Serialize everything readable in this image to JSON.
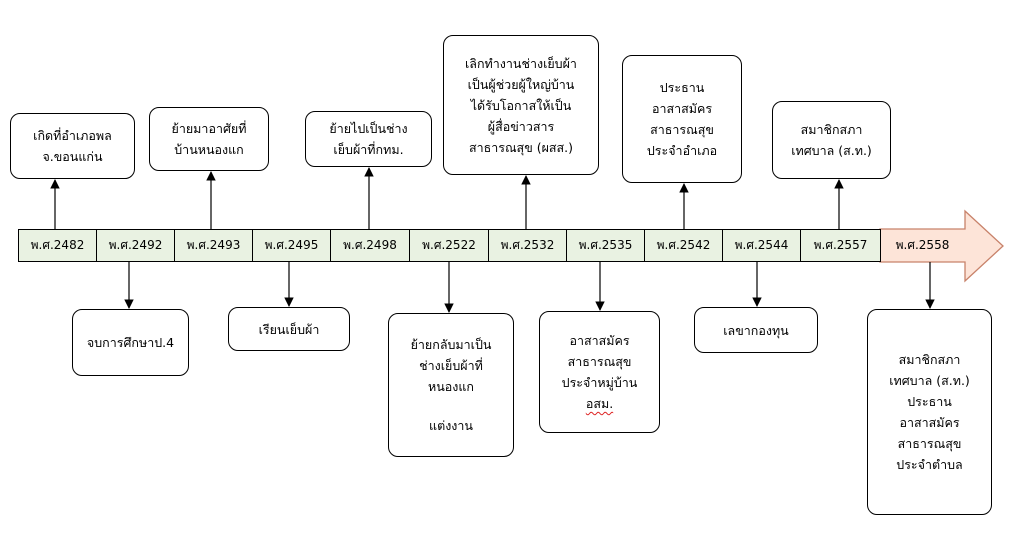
{
  "years": [
    "พ.ศ.2482",
    "พ.ศ.2492",
    "พ.ศ.2493",
    "พ.ศ.2495",
    "พ.ศ.2498",
    "พ.ศ.2522",
    "พ.ศ.2532",
    "พ.ศ.2535",
    "พ.ศ.2542",
    "พ.ศ.2544",
    "พ.ศ.2557",
    "พ.ศ.2558"
  ],
  "colors": {
    "cell_fill": "#e9f2e2",
    "arrow_fill": "#fde4d8",
    "line": "#000000",
    "squiggle": "#dd2222"
  },
  "events": {
    "e2482": [
      "เกิดที่อำเภอพล",
      "จ.ขอนแก่น"
    ],
    "e2492": "จบการศึกษาป.4",
    "e2493": [
      "ย้ายมาอาศัยที่",
      "บ้านหนองแก"
    ],
    "e2495": "เรียนเย็บผ้า",
    "e2498": [
      "ย้ายไปเป็นช่าง",
      "เย็บผ้าที่กทม."
    ],
    "e2522": [
      "ย้ายกลับมาเป็น",
      "ช่างเย็บผ้าที่",
      "หนองแก",
      "แต่งงาน"
    ],
    "e2532": [
      "เลิกทำงานช่างเย็บผ้า",
      "เป็นผู้ช่วยผู้ใหญ่บ้าน",
      "ได้รับโอกาสให้เป็น",
      "ผู้สื่อข่าวสาร",
      "สาธารณสุข (ผสส.)"
    ],
    "e2535": [
      "อาสาสมัคร",
      "สาธารณสุข",
      "ประจำหมู่บ้าน",
      "อสม."
    ],
    "e2542": [
      "ประธาน",
      "อาสาสมัคร",
      "สาธารณสุข",
      "ประจำอำเภอ"
    ],
    "e2544": "เลขากองทุน",
    "e2557": [
      "สมาชิกสภา",
      "เทศบาล (ส.ท.)"
    ],
    "e2558": [
      "สมาชิกสภา",
      "เทศบาล (ส.ท.)",
      "ประธาน",
      "อาสาสมัคร",
      "สาธารณสุข",
      "ประจำตำบล"
    ]
  }
}
